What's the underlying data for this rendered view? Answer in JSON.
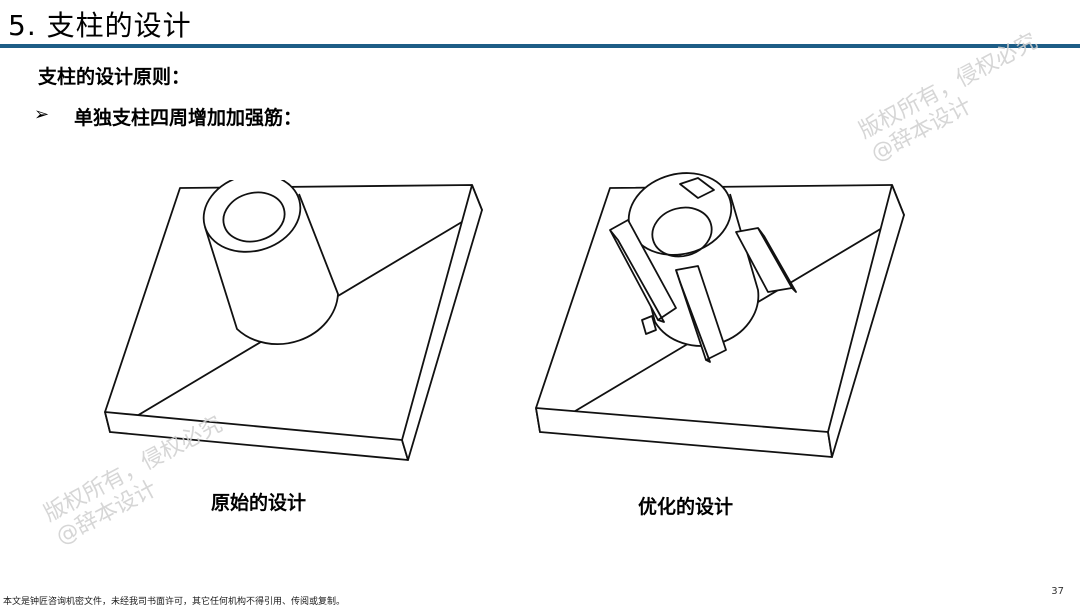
{
  "slide": {
    "title": "5. 支柱的设计",
    "principle_heading": "支柱的设计原则：",
    "bullet_symbol": "➢",
    "bullet_text": "单独支柱四周增加加强筋：",
    "figures": [
      {
        "caption": "原始的设计"
      },
      {
        "caption": "优化的设计"
      }
    ],
    "footer": "本文是钟匠咨询机密文件，未经我司书面许可，其它任何机构不得引用、传阅或复制。",
    "page_number": "37"
  },
  "watermarks": {
    "line1": "版权所有，侵权必究",
    "line2": "@辞本设计"
  },
  "colors": {
    "title_bar": "#1d5d86",
    "watermark": "#cfcfcf"
  }
}
